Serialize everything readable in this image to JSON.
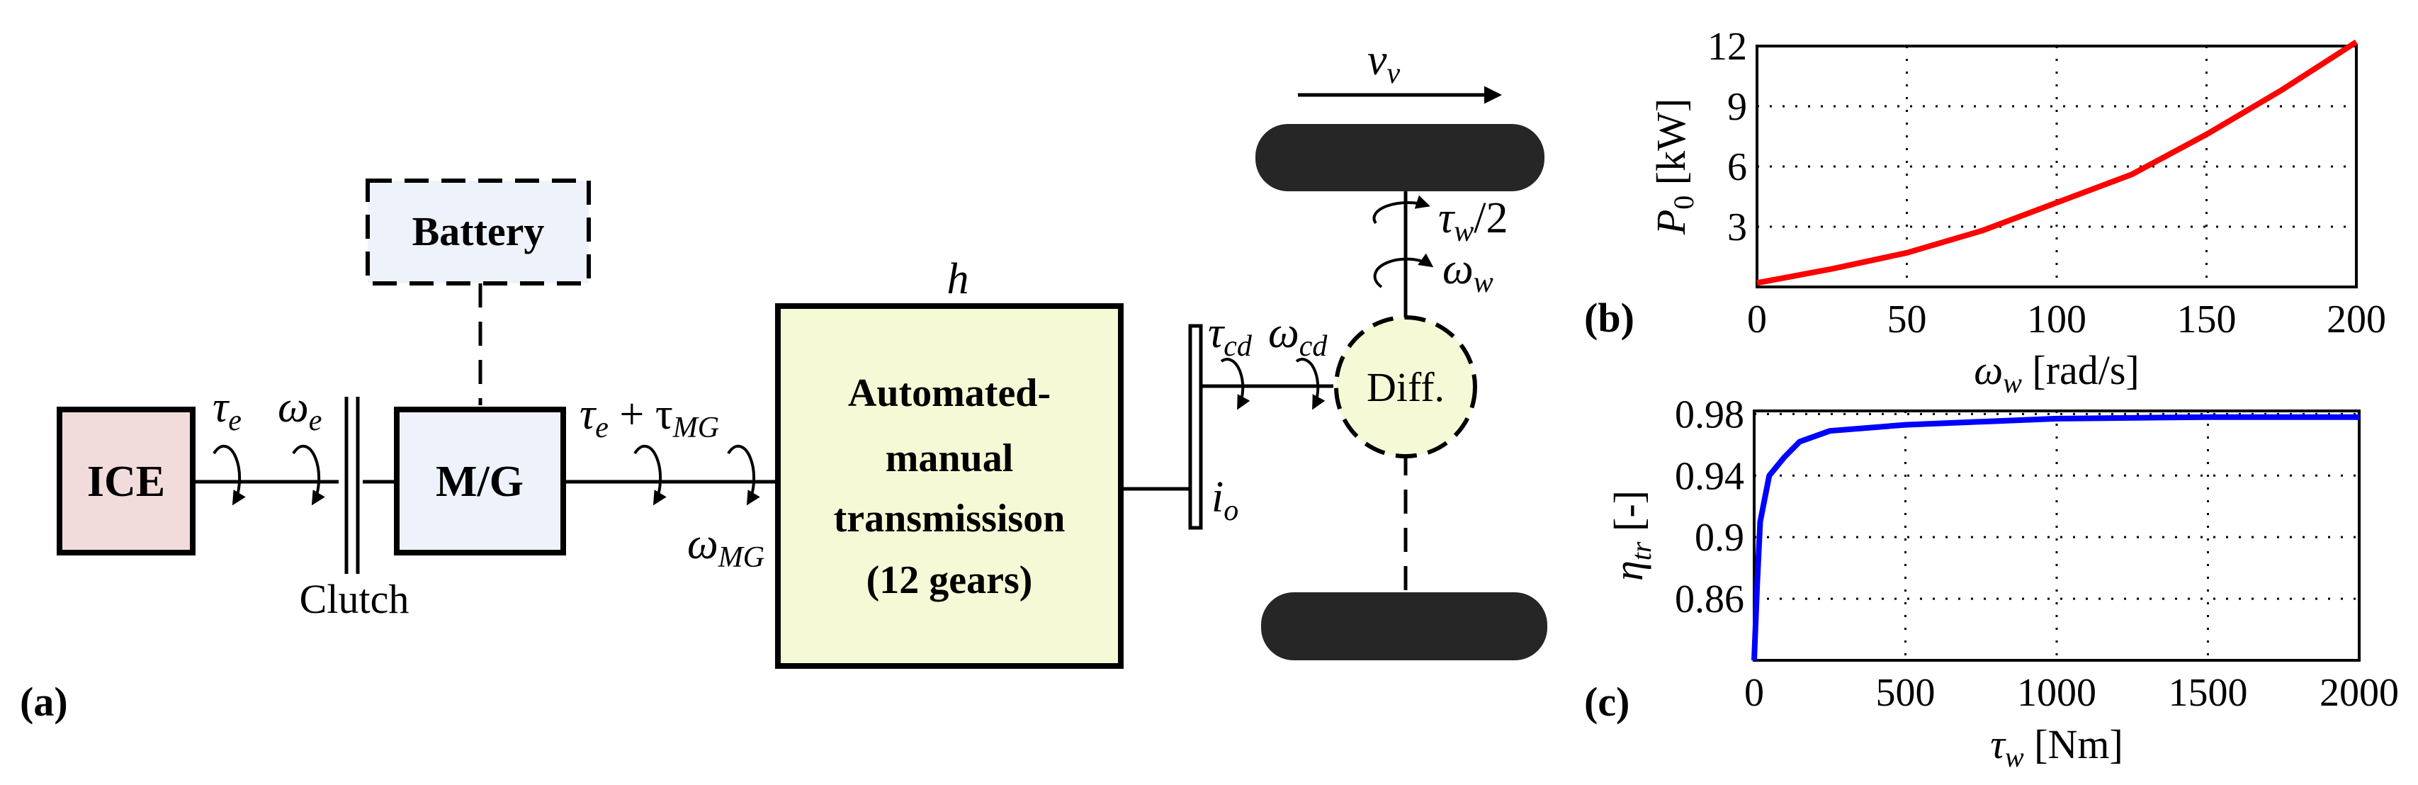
{
  "diagram": {
    "panel_label": "(a)",
    "blocks": {
      "ice": "ICE",
      "mg": "M/G",
      "battery": "Battery",
      "transmission_lines": [
        "Automated-",
        "manual",
        "transmissison",
        "(12 gears)"
      ],
      "transmission_symbol": "h",
      "diff": "Diff."
    },
    "labels": {
      "clutch": "Clutch",
      "tau_e": "τ",
      "tau_e_sub": "e",
      "omega_e": "ω",
      "omega_e_sub": "e",
      "sum_tau": "τ",
      "sum_tau_sub1": "e",
      "sum_plus": " + τ",
      "sum_tau_sub2": "MG",
      "omega_mg": "ω",
      "omega_mg_sub": "MG",
      "tau_cd": "τ",
      "tau_cd_sub": "cd",
      "omega_cd": "ω",
      "omega_cd_sub": "cd",
      "i_o": "i",
      "i_o_sub": "o",
      "v_v": "v",
      "v_v_sub": "v",
      "tau_w": "τ",
      "tau_w_sub": "w",
      "tau_w_suffix": "/2",
      "omega_w": "ω",
      "omega_w_sub": "w"
    },
    "colors": {
      "ice_fill": "#f2dcdb",
      "mg_fill": "#eef3fb",
      "battery_fill": "#eef3fb",
      "transmission_fill": "#f6f9d5",
      "diff_fill": "#f6f9d5",
      "wheel_fill": "#262626"
    }
  },
  "chart_data": [
    {
      "panel_label": "(b)",
      "type": "line",
      "xlabel": "ω",
      "xlabel_sub": "w",
      "xlabel_unit": " [rad/s]",
      "ylabel": "P",
      "ylabel_sub": "0",
      "ylabel_unit": " [kW]",
      "xlim": [
        0,
        200
      ],
      "ylim": [
        0,
        12
      ],
      "xticks": [
        "0",
        "50",
        "100",
        "150",
        "200"
      ],
      "yticks": [
        "3",
        "6",
        "9",
        "12"
      ],
      "grid": true,
      "color": "#ff0000",
      "x": [
        0,
        25,
        50,
        75,
        100,
        125,
        150,
        175,
        200
      ],
      "y": [
        0.2,
        0.9,
        1.7,
        2.8,
        4.2,
        5.6,
        7.6,
        9.8,
        12.2
      ]
    },
    {
      "panel_label": "(c)",
      "type": "line",
      "xlabel": "τ",
      "xlabel_sub": "w",
      "xlabel_unit": " [Nm]",
      "ylabel": "η",
      "ylabel_sub": "tr",
      "ylabel_unit": " [-]",
      "xlim": [
        0,
        2000
      ],
      "ylim": [
        0.82,
        0.982
      ],
      "xticks": [
        "0",
        "500",
        "1000",
        "1500",
        "2000"
      ],
      "yticks": [
        "0.86",
        "0.9",
        "0.94",
        "0.98"
      ],
      "grid": true,
      "color": "#0000ff",
      "x": [
        0,
        10,
        20,
        50,
        100,
        150,
        250,
        500,
        1000,
        1500,
        2000
      ],
      "y": [
        0.82,
        0.87,
        0.91,
        0.94,
        0.952,
        0.962,
        0.969,
        0.973,
        0.977,
        0.978,
        0.978
      ]
    }
  ]
}
